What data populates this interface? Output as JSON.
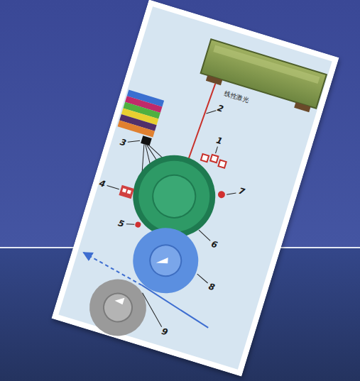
{
  "diagram": {
    "labels": [
      "1",
      "2",
      "线性激光",
      "3",
      "4",
      "5",
      "6",
      "7",
      "8",
      "9"
    ]
  }
}
